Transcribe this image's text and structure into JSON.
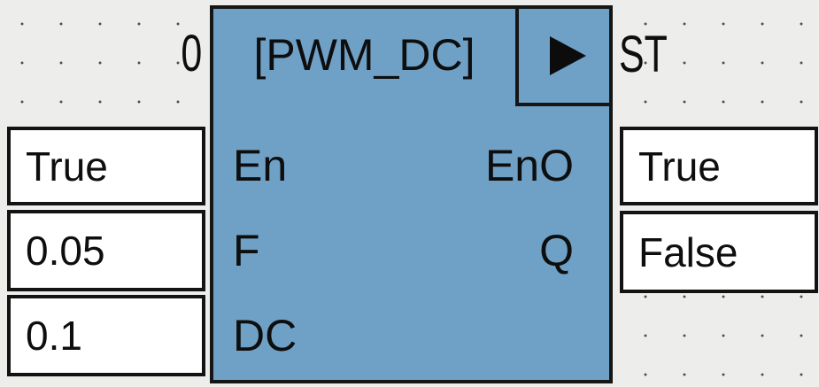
{
  "diagram": {
    "execution_order": "0",
    "language_badge": "ST",
    "block": {
      "title": "[PWM_DC]",
      "input_pins": [
        "En",
        "F",
        "DC"
      ],
      "output_pins": [
        "EnO",
        "Q"
      ]
    },
    "input_values": [
      "True",
      "0.05",
      "0.1"
    ],
    "output_values": [
      "True",
      "False"
    ],
    "icons": {
      "play_icon": "play-triangle"
    },
    "colors": {
      "block_fill": "#6FA1C7",
      "canvas_background": "#EDEDEB",
      "grid_dot": "#4B4B47",
      "outline": "#161616",
      "value_box_fill": "#FFFFFF",
      "text": "#0E0E0E"
    }
  }
}
